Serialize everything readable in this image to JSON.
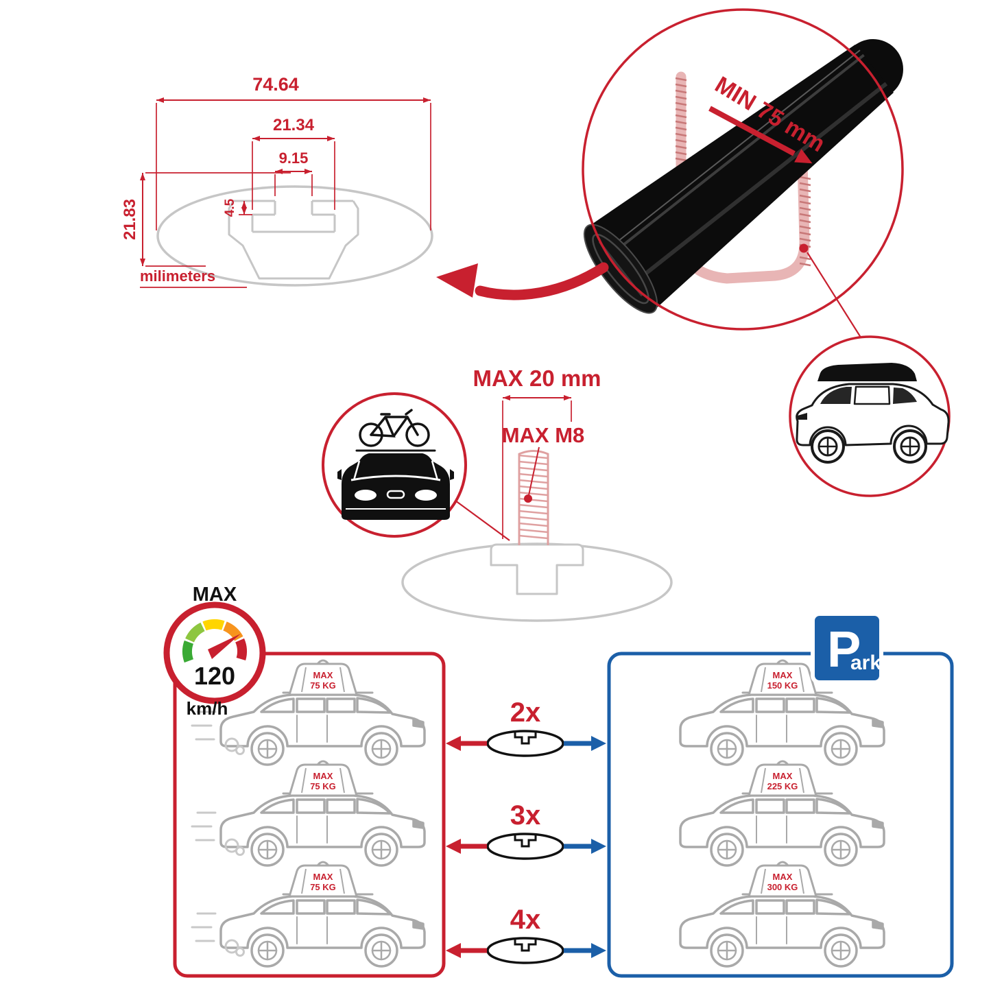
{
  "colors": {
    "accent_red": "#c8202f",
    "accent_blue": "#1b5fa8",
    "line_gray": "#c6c6c6",
    "car_gray": "#a9a9a9",
    "bar_black": "#0c0c0c"
  },
  "profile_dimensions": {
    "total_width": "74.64",
    "channel_width": "21.34",
    "slot_width": "9.15",
    "slot_depth": "4.5",
    "total_height": "21.83",
    "units_label": "milimeters"
  },
  "clamp_detail": {
    "min_clearance_label": "MIN 75 mm"
  },
  "bolt_detail": {
    "max_length_label": "MAX 20 mm",
    "max_thread_label": "MAX M8"
  },
  "speed_limit": {
    "heading": "MAX",
    "value": "120",
    "units": "km/h"
  },
  "parking_sign": {
    "initial": "P",
    "rest": "ark"
  },
  "load_table": {
    "multipliers": [
      "2x",
      "3x",
      "4x"
    ],
    "driving": [
      {
        "max_label": "MAX",
        "weight": "75 KG"
      },
      {
        "max_label": "MAX",
        "weight": "75 KG"
      },
      {
        "max_label": "MAX",
        "weight": "75 KG"
      }
    ],
    "parked": [
      {
        "max_label": "MAX",
        "weight": "150 KG"
      },
      {
        "max_label": "MAX",
        "weight": "225 KG"
      },
      {
        "max_label": "MAX",
        "weight": "300 KG"
      }
    ]
  }
}
